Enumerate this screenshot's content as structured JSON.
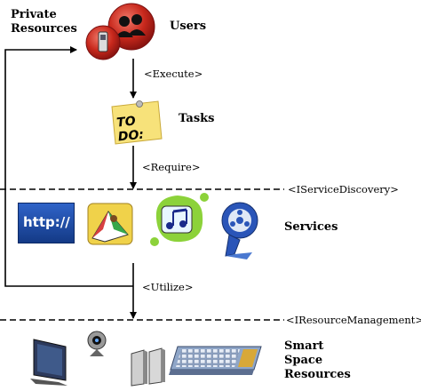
{
  "labels": {
    "private_resources_line1": "Private",
    "private_resources_line2": "Resources",
    "users": "Users",
    "tasks": "Tasks",
    "services": "Services",
    "smart_line1": "Smart",
    "smart_line2": "Space",
    "smart_line3": "Resources"
  },
  "edges": {
    "execute": "<Execute>",
    "require": "<Require>",
    "utilize": "<Utilize>"
  },
  "interfaces": {
    "service_discovery": "<IServiceDiscovery>",
    "resource_management": "<IResourceManagement>"
  },
  "icons": {
    "todo_text": "TO DO:",
    "http_text": "http://"
  },
  "colors": {
    "users_red": "#c8281c",
    "note_yellow": "#f7e27a",
    "http_blue": "#1f4fa8",
    "music_green": "#8cd23a",
    "film_blue": "#2a55b8"
  }
}
